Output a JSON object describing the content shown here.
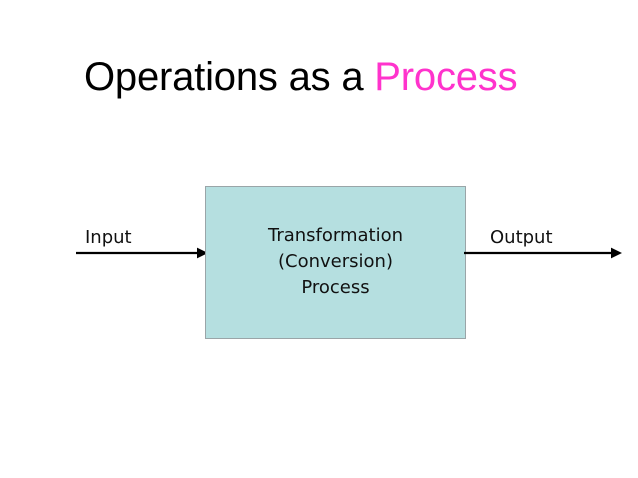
{
  "slide": {
    "background_color": "#ffffff",
    "title": {
      "text_plain": "Operations as a Process",
      "lead": "Operations as a ",
      "accent": "Process",
      "accent_color": "#ff33cc",
      "lead_color": "#000000"
    },
    "diagram": {
      "type": "process-flow",
      "box": {
        "label": "Transformation\n(Conversion)\nProcess",
        "lines": [
          "Transformation",
          "(Conversion)",
          "Process"
        ],
        "fill_color": "#b5dfe0",
        "border_color": "#9aa5a8"
      },
      "flows": [
        {
          "id": "input",
          "label": "Input",
          "direction": "right",
          "color": "#000000"
        },
        {
          "id": "output",
          "label": "Output",
          "direction": "right",
          "color": "#000000"
        }
      ]
    }
  }
}
